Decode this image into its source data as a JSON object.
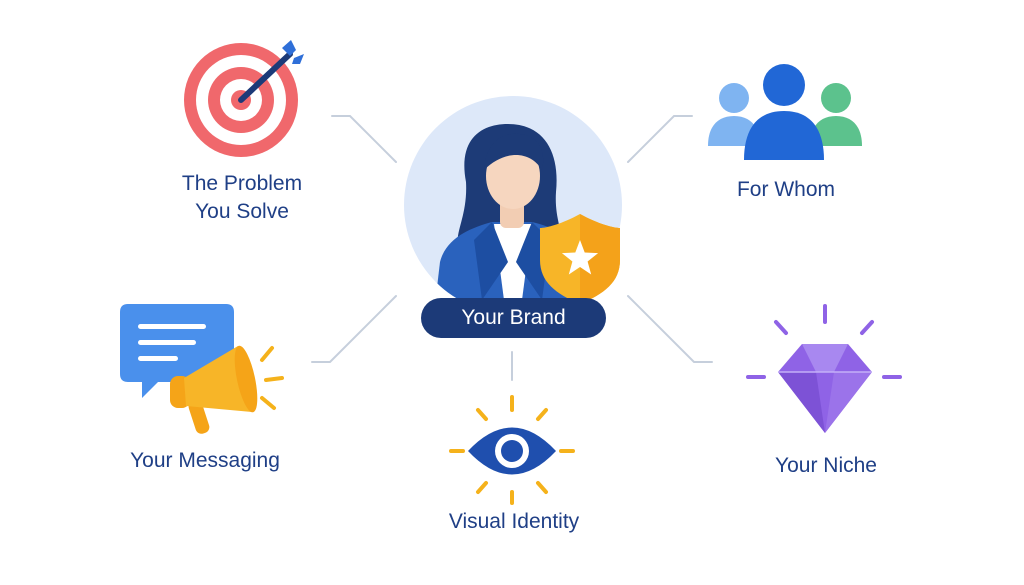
{
  "center": {
    "label": "Your Brand"
  },
  "nodes": {
    "problem": {
      "line1": "The Problem",
      "line2": "You Solve",
      "icon": "target-icon"
    },
    "whom": {
      "label": "For Whom",
      "icon": "people-group-icon"
    },
    "messaging": {
      "label": "Your Messaging",
      "icon": "megaphone-chat-icon"
    },
    "visual": {
      "label": "Visual Identity",
      "icon": "eye-icon"
    },
    "niche": {
      "label": "Your Niche",
      "icon": "diamond-icon"
    }
  },
  "colors": {
    "text": "#1f3f86",
    "pill": "#1c3a78",
    "target": "#f0686c",
    "arrow": "#1c3a78",
    "people_center": "#2167d6",
    "people_left": "#7fb4f1",
    "people_right": "#5cc28d",
    "chat": "#4a90ec",
    "megaphone": "#f5b21b",
    "eye": "#1f4fae",
    "ray": "#f5b21b",
    "diamond": "#8f63e6",
    "connector": "#c6cfdc"
  }
}
